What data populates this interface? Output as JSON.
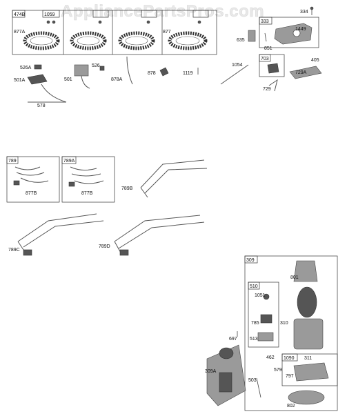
{
  "watermark": "AppliancePartsPros.com",
  "boxes": {
    "b474B": "474B",
    "b1059": "1059",
    "b333": "333",
    "b703": "703",
    "b789": "789",
    "b789A": "789A",
    "b309": "309",
    "b510": "510",
    "b1090": "1090"
  },
  "labels": {
    "l877A": "877A",
    "l877": "877",
    "l334": "334",
    "l1449": "1449",
    "l635": "635",
    "l851": "851",
    "l526A": "526A",
    "l526": "526",
    "l501A": "501A",
    "l501": "501",
    "l578": "578",
    "l878A": "878A",
    "l878": "878",
    "l1119": "1119",
    "l1054": "1054",
    "l405": "405",
    "l729A": "729A",
    "l729": "729",
    "l877B_1": "877B",
    "l877B_2": "877B",
    "l789B": "789B",
    "l789C": "789C",
    "l789D": "789D",
    "l801": "801",
    "l1051": "1051",
    "l785": "785",
    "l513": "513",
    "l310": "310",
    "l697": "697",
    "l309A": "309A",
    "l462": "462",
    "l311": "311",
    "l579": "579",
    "l797": "797",
    "l503": "503",
    "l802": "802"
  }
}
